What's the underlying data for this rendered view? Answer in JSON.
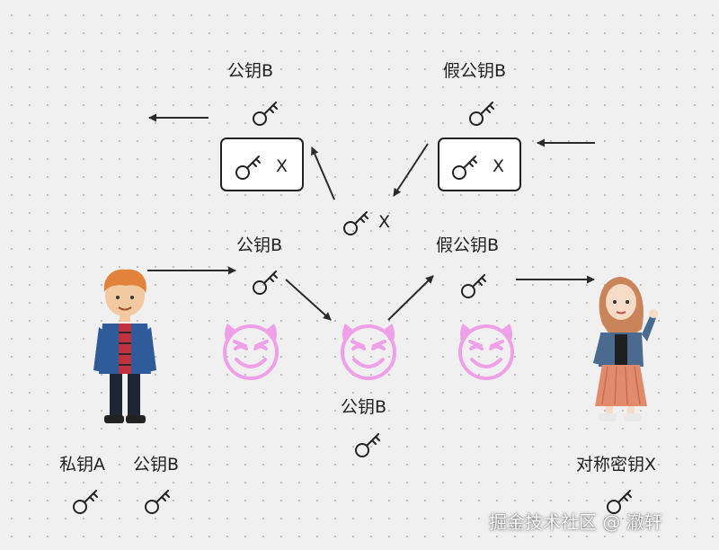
{
  "labels": {
    "pubkey_top": "公钥B",
    "fake_pubkey_top": "假公钥B",
    "box_left_x": "X",
    "box_right_x": "X",
    "middle_x": "X",
    "pubkey_mid": "公钥B",
    "fake_pubkey_mid": "假公钥B",
    "pubkey_low": "公钥B",
    "private_key_a": "私钥A",
    "pubkey_bottom": "公钥B",
    "symmetric_key_x": "对称密钥X"
  },
  "watermark": "掘金技术社区 @ 澈轩",
  "colors": {
    "devil": "#f0a0e8",
    "arrow": "#2b2b2b",
    "key": "#222222"
  },
  "icons": {
    "key": "key-icon",
    "devil": "devil-face-icon",
    "person_left": "boy-avatar",
    "person_right": "girl-avatar",
    "box": "envelope-box"
  }
}
